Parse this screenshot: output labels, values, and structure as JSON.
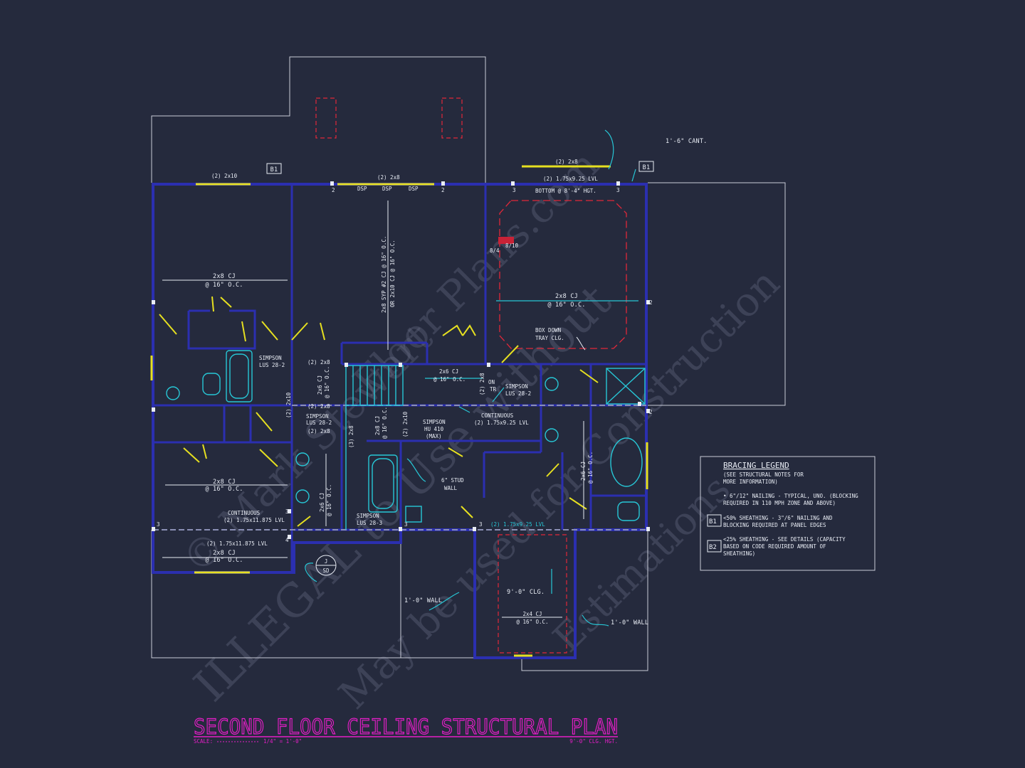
{
  "drawing": {
    "title": "SECOND FLOOR CEILING STRUCTURAL PLAN",
    "scale_label": "SCALE:",
    "scale_value": "1/4\" = 1'-0\"",
    "ceiling_height": "9'-0\" CLG. HGT.",
    "colors": {
      "background": "#252a3d",
      "walls": "#2b2fb0",
      "title": "#e61ec8",
      "accent": "#27c7d6",
      "doors": "#e6e020"
    }
  },
  "watermark": {
    "line1": "ILLEGAL to Use without",
    "line2": "May be used for Construction",
    "line3": "Estimations",
    "line4": "© Mark Stewart",
    "line5": "Floor Plans.com"
  },
  "legend": {
    "title": "BRACING LEGEND",
    "note1": "(SEE STRUCTURAL NOTES FOR",
    "note2": "MORE INFORMATION)",
    "item1a": "• 6\"/12\" NAILING - TYPICAL, UNO. (BLOCKING",
    "item1b": "REQUIRED IN 110 MPH ZONE AND ABOVE)",
    "b1_symbol": "B1",
    "b1a": "<50% SHEATHING - 3\"/6\" NAILING AND",
    "b1b": "BLOCKING REQUIRED AT PANEL EDGES",
    "b2_symbol": "B2",
    "b2a": "<25% SHEATHING - SEE DETAILS (CAPACITY",
    "b2b": "BASED ON CODE REQUIRED AMOUNT OF",
    "b2c": "SHEATHING)"
  },
  "labels": {
    "b1_left": "B1",
    "b1_right": "B1",
    "cant": "1'-6\" CANT.",
    "hdr_left": "(2) 2x10",
    "hdr_mid": "(2) 2x8",
    "dsp1": "DSP",
    "dsp2": "DSP",
    "dsp3": "DSP",
    "hdr_right_top": "(2) 2x8",
    "lvl_right": "(2) 1.75x9.25 LVL",
    "bottom_hgt": "BOTTOM @ 8'-4\" HGT.",
    "cj_left": "2x8 CJ",
    "cj_left_oc": "@ 16\" O.C.",
    "cj_center_a": "2x8 SYP #2 CJ @ 16\" O.C.",
    "cj_center_b": "OR 2x10 CJ @ 16\" O.C.",
    "pitch1": "8/4",
    "pitch2": "8/10",
    "cj_right": "2x8 CJ",
    "cj_right_oc": "@ 16\" O.C.",
    "box_down1": "BOX DOWN",
    "box_down2": "TRAY CLG.",
    "simpson_lus_a": "SIMPSON",
    "simpson_lus_b": "LUS 28-2",
    "hdr_2x8_a": "(2) 2x8",
    "hdr_2x8_b": "(2) 2x8",
    "hdr_2x8_c": "(2) 2x8",
    "simpson_lus2_a": "SIMPSON",
    "simpson_lus2_b": "LUS 28-2",
    "cj_2x6": "2x6 CJ",
    "cj_2x6_oc": "@ 16\" O.C.",
    "cj_2x6_hall": "2x6 CJ",
    "cj_2x6_hall_oc": "@ 16\" O.C.",
    "on_tr": "ON",
    "on_tr2": "TR",
    "simpson_r_a": "SIMPSON",
    "simpson_r_b": "LUS 28-2",
    "continuous_a": "CONTINUOUS",
    "continuous_b": "(2) 1.75x9.25 LVL",
    "simpson_hu_a": "SIMPSON",
    "simpson_hu_b": "HU 410",
    "simpson_hu_c": "(MAX)",
    "stud_wall_a": "6\" STUD",
    "stud_wall_b": "WALL",
    "cj_lower_left": "2x8 CJ",
    "cj_lower_left_oc": "@ 16\" O.C.",
    "continuous2_a": "CONTINUOUS",
    "continuous2_b": "(2) 1.75x11.875 LVL",
    "simpson_lus3_a": "SIMPSON",
    "simpson_lus3_b": "LUS 28-3",
    "lvl_lower": "(2) 1.75x9.25 LVL",
    "lvl_bottom_left": "(2) 1.75x11.875 LVL",
    "cj_bottom": "2x8 CJ",
    "cj_bottom_oc": "@ 16\" O.C.",
    "detail_tag_a": "J",
    "detail_tag_b": "SD",
    "wall_left": "1'-0\" WALL",
    "clg_9": "9'-0\" CLG.",
    "cj_2x4": "2x4 CJ",
    "cj_2x4_oc": "@ 16\" O.C.",
    "wall_right": "1'-0\" WALL",
    "cj_bath_r": "2x6 CJ",
    "cj_bath_r_oc": "@ 16\" O.C.",
    "cj_vert_a": "2x6 CJ",
    "cj_vert_b": "@ 16\" O.C.",
    "hdr_2x10_v": "(2) 2x10",
    "hdr_2x8_v": "(2) 2x8",
    "hdr_2x10_v2": "(2) 2x10",
    "hdr_2x8_v3": "(3) 2x8",
    "cj_stair": "2x8 CJ",
    "cj_stair_oc": "@ 16\" O.C.",
    "bearing_2": "2",
    "bearing_3": "3",
    "bearing_4": "4"
  }
}
